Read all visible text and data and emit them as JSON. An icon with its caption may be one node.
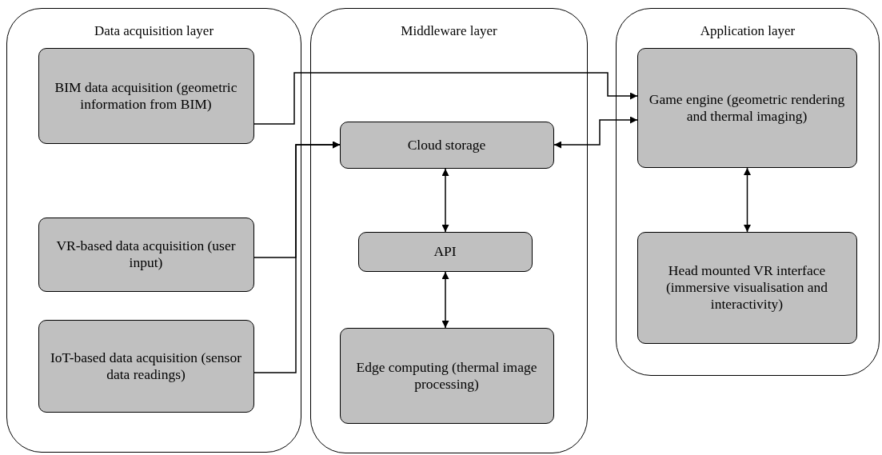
{
  "diagram": {
    "nodes": [
      {
        "text": [
          "Data acquisition layer"
        ]
      },
      {
        "text": [
          "BIM data acquisition (geometric information from BIM)"
        ],
        "in": 0
      },
      {
        "text": [
          "VR-based data acquisition (user input)"
        ],
        "in": 0
      },
      {
        "text": [
          "IoT-based data acquisition (sensor data readings)"
        ],
        "in": 0
      },
      {
        "text": [
          "Middleware layer"
        ]
      },
      {
        "text": [
          "Cloud storage"
        ],
        "in": 4
      },
      {
        "text": [
          "API"
        ],
        "in": 4
      },
      {
        "text": [
          "Edge computing (thermal image processing)"
        ],
        "in": 4
      },
      {
        "text": [
          "Application layer"
        ]
      },
      {
        "text": [
          "Game engine (geometric rendering and thermal imaging)"
        ],
        "in": 8
      },
      {
        "text": [
          "Head mounted VR interface (immersive visualisation and interactivity)"
        ],
        "in": 8
      }
    ],
    "edges": [
      {
        "from": 1,
        "to": 9,
        "arrow": "to"
      },
      {
        "from": 2,
        "to": 5,
        "arrow": "to"
      },
      {
        "from": 3,
        "to": 5,
        "arrow": "to"
      },
      {
        "from": 5,
        "to": 9,
        "arrow": "both"
      },
      {
        "from": 5,
        "to": 6,
        "arrow": "both"
      },
      {
        "from": 6,
        "to": 7,
        "arrow": "both"
      },
      {
        "from": 9,
        "to": 10,
        "arrow": "both"
      }
    ]
  }
}
